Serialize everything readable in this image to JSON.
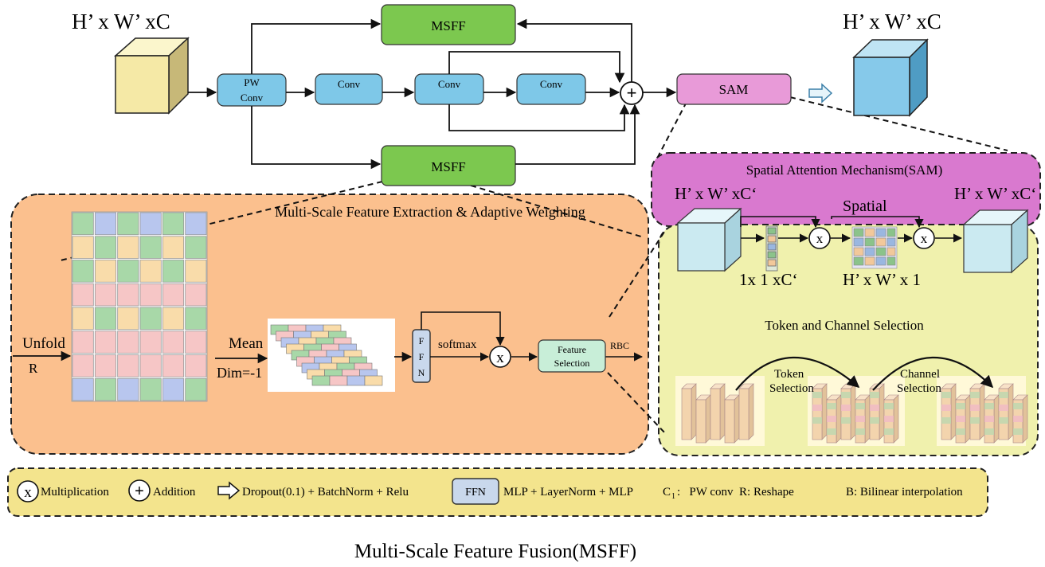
{
  "top": {
    "input_dims": "H’ x W’ xC",
    "output_dims": "H’ x W’ xC",
    "pw_conv_line1": "PW",
    "pw_conv_line2": "Conv",
    "conv1": "Conv",
    "conv2": "Conv",
    "conv3": "Conv",
    "msff_top": "MSFF",
    "msff_bottom": "MSFF",
    "sam": "SAM",
    "plus_symbol": "+"
  },
  "sam_panel": {
    "title": "Spatial Attention Mechanism(SAM)",
    "in_dims": "H’ x W’ xC‘",
    "out_dims": "H’ x W’ xC‘",
    "spatial_label": "Spatial",
    "channel_dims": "1x 1 xC‘",
    "spatial_dims": "H’ x W’ x 1",
    "mult1": "x",
    "mult2": "x"
  },
  "msfe_panel": {
    "title": "Multi-Scale Feature Extraction & Adaptive Weighting",
    "unfold": "Unfold",
    "r_label": "R",
    "mean": "Mean",
    "dim": "Dim=-1",
    "ffn_f1": "F",
    "ffn_f2": "F",
    "ffn_n": "N",
    "softmax": "softmax",
    "mult": "x",
    "feature_line1": "Feature",
    "feature_line2": "Selection",
    "rbc": "RBC"
  },
  "token_panel": {
    "title": "Token and Channel Selection",
    "token_line1": "Token",
    "token_line2": "Selection",
    "channel_line1": "Channel",
    "channel_line2": "Selection"
  },
  "legend": {
    "x_symbol": "x",
    "multiplication": "Multiplication",
    "plus_symbol": "+",
    "addition": "Addition",
    "dropout": "Dropout(0.1) + BatchNorm + Relu",
    "ffn_box": "FFN",
    "mlp": "MLP + LayerNorm + MLP",
    "c1": "C",
    "c1_sub": "1",
    "c1_text": ":   PW conv  R: Reshape",
    "bilinear": "B: Bilinear interpolation"
  },
  "caption": "Multi-Scale Feature Fusion(MSFF)",
  "colors": {
    "conv_blue": "#7ec8e8",
    "msff_green": "#7cc84f",
    "sam_pink": "#e89ad8",
    "sam_panel": "#d979cf",
    "cube_yellow": "#f5e9a6",
    "cube_blue": "#86c9ea",
    "orange_panel": "#fbc08e",
    "token_panel": "#f0f1ad",
    "legend_panel": "#f3e48d"
  }
}
